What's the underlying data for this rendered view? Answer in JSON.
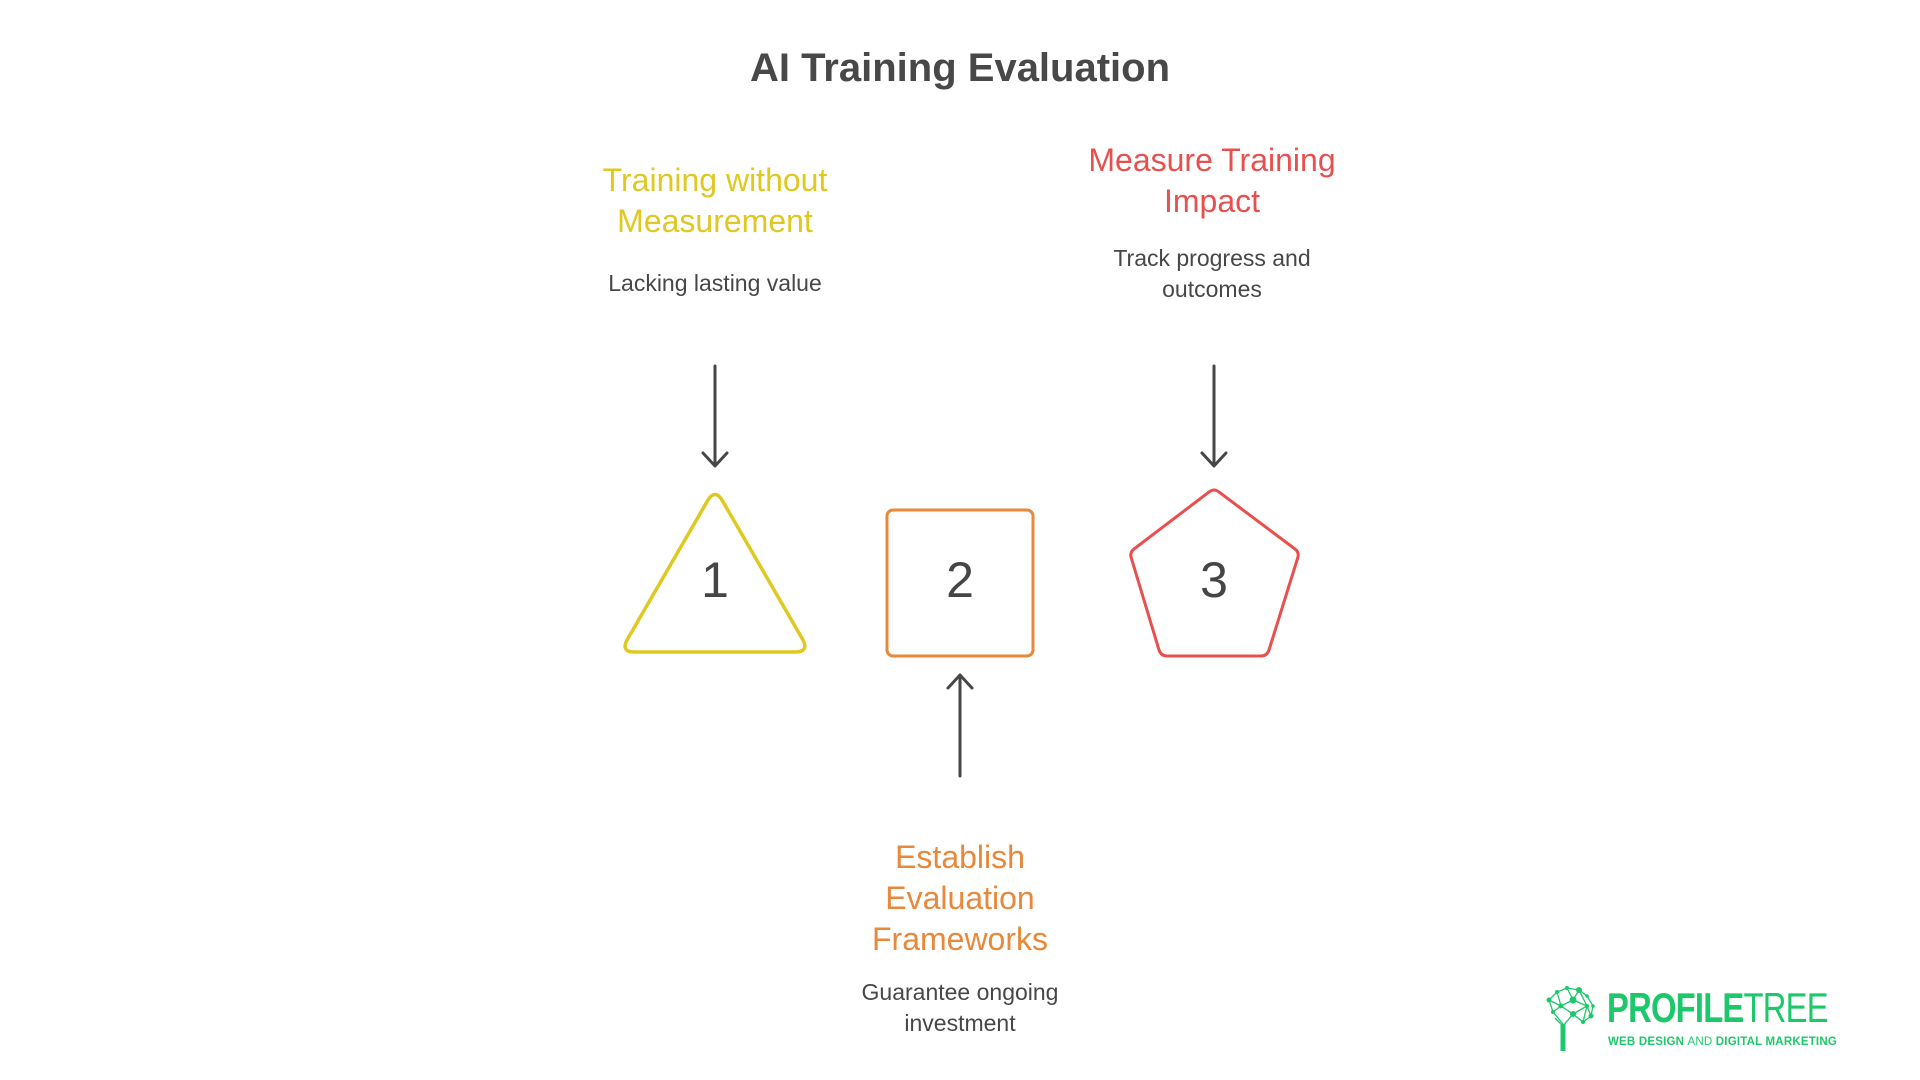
{
  "title": "AI Training Evaluation",
  "colors": {
    "step1": "#DFC820",
    "step2": "#E8883A",
    "step3": "#E8504F",
    "text_dark": "#474747",
    "arrow": "#474747",
    "brand_green": "#1DC86A"
  },
  "steps": [
    {
      "number": "1",
      "shape": "triangle",
      "label": "Training without\nMeasurement",
      "description": "Lacking lasting value",
      "arrow": "down-arrow-from-label"
    },
    {
      "number": "2",
      "shape": "square",
      "label": "Establish\nEvaluation\nFrameworks",
      "description": "Guarantee ongoing\ninvestment",
      "arrow": "up-arrow-from-label"
    },
    {
      "number": "3",
      "shape": "pentagon",
      "label": "Measure Training\nImpact",
      "description": "Track progress and\noutcomes",
      "arrow": "down-arrow-from-label"
    }
  ],
  "logo": {
    "icon": "tree-network-icon",
    "word_bold": "PROFILE",
    "word_thin": "TREE",
    "tagline_part1": "WEB DESIGN ",
    "tagline_part2": "AND",
    "tagline_part3": " DIGITAL MARKETING"
  }
}
